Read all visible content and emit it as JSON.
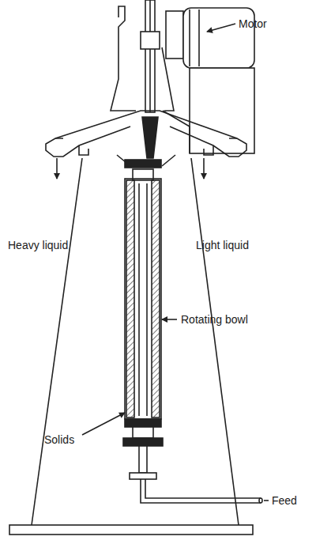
{
  "diagram": {
    "labels": [
      "Motor",
      "Heavy liquid",
      "Light liquid",
      "Rotating bowl",
      "Solids",
      "Feed"
    ]
  }
}
